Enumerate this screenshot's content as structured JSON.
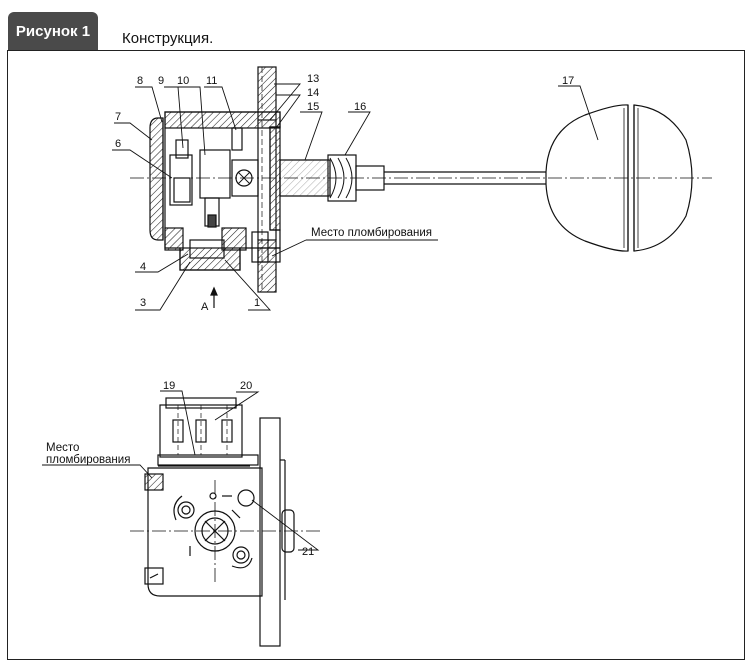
{
  "figure": {
    "tab_label": "Рисунок 1",
    "caption": "Конструкция."
  },
  "labels": {
    "n1": "1",
    "n3": "3",
    "n4": "4",
    "n6": "6",
    "n7": "7",
    "n8": "8",
    "n9": "9",
    "n10": "10",
    "n11": "11",
    "n13": "13",
    "n14": "14",
    "n15": "15",
    "n16": "16",
    "n17": "17",
    "n19": "19",
    "n20": "20",
    "n21": "21",
    "view_a": "A"
  },
  "notes": {
    "seal_top": "Место пломбирования",
    "seal_bottom_line1": "Место",
    "seal_bottom_line2": "пломбирования"
  }
}
